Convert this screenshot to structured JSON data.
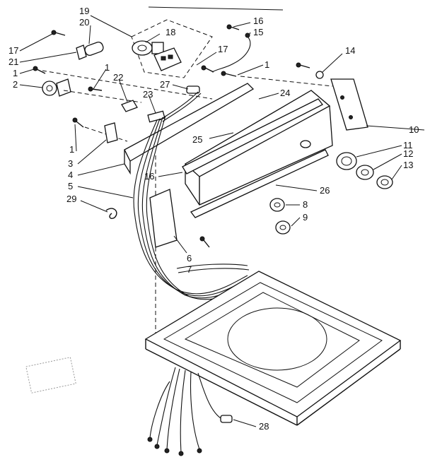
{
  "diagram": {
    "callouts": [
      {
        "text": "19"
      },
      {
        "text": "20"
      },
      {
        "text": "18"
      },
      {
        "text": "16"
      },
      {
        "text": "15"
      },
      {
        "text": "17"
      },
      {
        "text": "21"
      },
      {
        "text": "1"
      },
      {
        "text": "2"
      },
      {
        "text": "17"
      },
      {
        "text": "1"
      },
      {
        "text": "14"
      },
      {
        "text": "1"
      },
      {
        "text": "22"
      },
      {
        "text": "27"
      },
      {
        "text": "23"
      },
      {
        "text": "24"
      },
      {
        "text": "10"
      },
      {
        "text": "11"
      },
      {
        "text": "12"
      },
      {
        "text": "13"
      },
      {
        "text": "1"
      },
      {
        "text": "25"
      },
      {
        "text": "3"
      },
      {
        "text": "4"
      },
      {
        "text": "16"
      },
      {
        "text": "5"
      },
      {
        "text": "26"
      },
      {
        "text": "29"
      },
      {
        "text": "8"
      },
      {
        "text": "9"
      },
      {
        "text": "6"
      },
      {
        "text": "7"
      },
      {
        "text": "28"
      }
    ]
  }
}
